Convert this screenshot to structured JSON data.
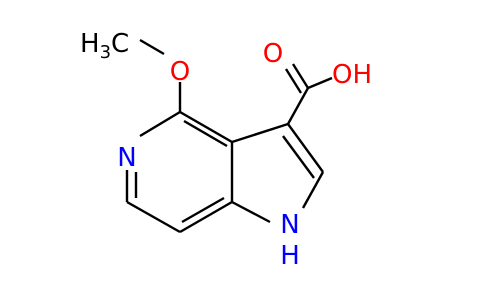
{
  "molecule": {
    "atoms": {
      "methyl": {
        "main": "H",
        "sub": "3",
        "tail": "C",
        "color": "#000000"
      },
      "ether_oxygen": {
        "text": "O",
        "color": "#ff0000"
      },
      "carbonyl_oxygen": {
        "text": "O",
        "color": "#ff0000"
      },
      "hydroxyl": {
        "text": "OH",
        "color": "#ff0000"
      },
      "pyridine_nitrogen": {
        "text": "N",
        "color": "#0000ff"
      },
      "pyrrole_nitrogen": {
        "text": "N",
        "color": "#0000ff"
      },
      "pyrrole_hydrogen": {
        "text": "H",
        "color": "#0000ff"
      }
    }
  }
}
